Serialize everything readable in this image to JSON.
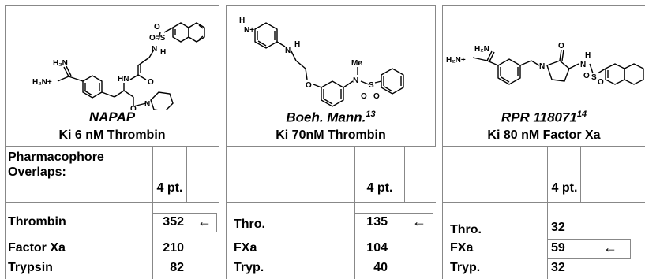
{
  "compounds": [
    {
      "name": "NAPAP",
      "ref": "",
      "ki_text": "Ki 6 nM Thrombin",
      "atoms": {
        "amidine_top": "H₂N",
        "amidine_bottom": "H₂N+",
        "o_sulfonyl": "O=S",
        "o_sulfonyl2": "O",
        "nh1": "N",
        "h1": "H",
        "hn": "HN",
        "o_carbonyl": "O",
        "o_amide": "O",
        "n_pip": "N"
      }
    },
    {
      "name": "Boeh. Mann.",
      "ref": "13",
      "ki_text": "Ki 70nM Thrombin",
      "atoms": {
        "h_pyr": "H",
        "n_pyr": "N+",
        "nh": "N",
        "h": "H",
        "o_ether": "O",
        "me": "Me",
        "n_sulf": "N",
        "s": "S",
        "o1": "O",
        "o2": "O"
      }
    },
    {
      "name": "RPR 118071",
      "ref": "14",
      "ki_text": "Ki 80 nM Factor Xa",
      "atoms": {
        "h2n_top": "H₂N",
        "h2n_bottom": "H₂N+",
        "n_ring": "N",
        "o_ring": "O",
        "nh": "N",
        "h": "H",
        "s": "S",
        "o1": "O",
        "o2": "O"
      }
    }
  ],
  "table": {
    "header_label": "Pharmacophore Overlaps:",
    "overlaps": [
      "4 pt.",
      "4 pt.",
      "4 pt."
    ],
    "groups": [
      {
        "rows": [
          {
            "target": "Thrombin",
            "value": "352",
            "marked": true
          },
          {
            "target": "Factor Xa",
            "value": "210",
            "marked": false
          },
          {
            "target": "Trypsin",
            "value": "82",
            "marked": false
          }
        ]
      },
      {
        "rows": [
          {
            "target": "Thro.",
            "value": "135",
            "marked": true
          },
          {
            "target": "FXa",
            "value": "104",
            "marked": false
          },
          {
            "target": "Tryp.",
            "value": "40",
            "marked": false
          }
        ]
      },
      {
        "rows": [
          {
            "target": "Thro.",
            "value": "32",
            "marked": false
          },
          {
            "target": "FXa",
            "value": "59",
            "marked": true
          },
          {
            "target": "Tryp.",
            "value": "32",
            "marked": false
          }
        ]
      }
    ]
  },
  "marker_glyph": "←"
}
